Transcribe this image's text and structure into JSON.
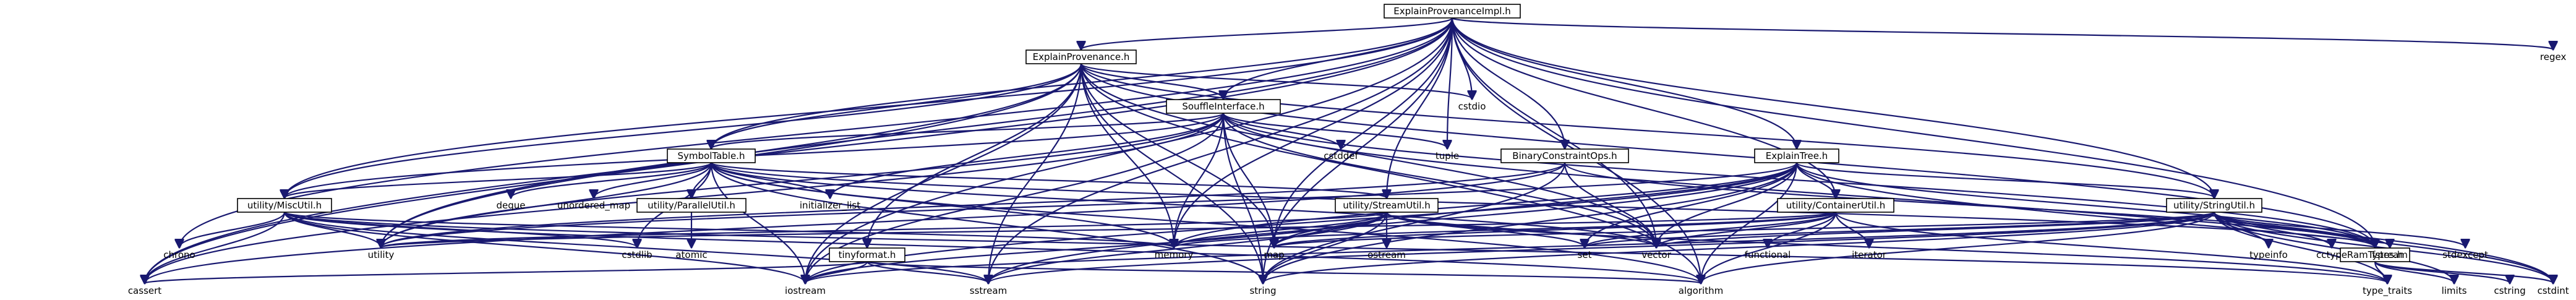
{
  "graph": {
    "root": "ExplainProvenanceImpl.h",
    "files": {
      "ExplainProvenanceImpl": "ExplainProvenanceImpl.h",
      "ExplainProvenance": "ExplainProvenance.h",
      "SouffleInterface": "SouffleInterface.h",
      "SymbolTable": "SymbolTable.h",
      "BinaryConstraintOps": "BinaryConstraintOps.h",
      "ExplainTree": "ExplainTree.h",
      "MiscUtil": "utility/MiscUtil.h",
      "ParallelUtil": "utility/ParallelUtil.h",
      "StreamUtil": "utility/StreamUtil.h",
      "ContainerUtil": "utility/ContainerUtil.h",
      "StringUtil": "utility/StringUtil.h",
      "tinyformat": "tinyformat.h",
      "RamTypes": "RamTypes.h"
    },
    "system": {
      "regex": "regex",
      "cstdio": "cstdio",
      "tuple": "tuple",
      "cstddef": "cstddef",
      "deque": "deque",
      "unordered_map": "unordered_map",
      "initializer_list": "initializer_list",
      "chrono": "chrono",
      "cstdlib": "cstdlib",
      "atomic": "atomic",
      "utility": "utility",
      "memory": "memory",
      "map": "map",
      "ostream": "ostream",
      "set": "set",
      "vector": "vector",
      "functional": "functional",
      "iterator": "iterator",
      "typeinfo": "typeinfo",
      "cctype": "cctype",
      "fstream": "fstream",
      "stdexcept": "stdexcept",
      "cassert": "cassert",
      "iostream": "iostream",
      "sstream": "sstream",
      "string": "string",
      "algorithm": "algorithm",
      "type_traits": "type_traits",
      "limits": "limits",
      "cstring": "cstring",
      "cstdint": "cstdint"
    }
  }
}
